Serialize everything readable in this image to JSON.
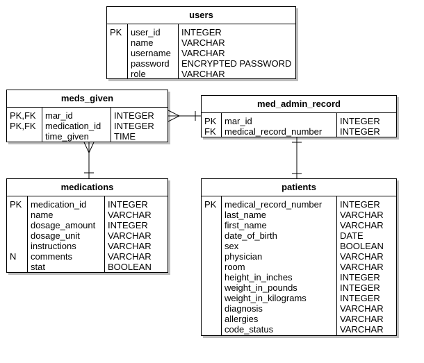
{
  "entities": {
    "users": {
      "name": "users",
      "keys": [
        "PK",
        "",
        "",
        "",
        ""
      ],
      "fields": [
        "user_id",
        "name",
        "username",
        "password",
        "role"
      ],
      "types": [
        "INTEGER",
        "VARCHAR",
        "VARCHAR",
        "ENCRYPTED PASSWORD",
        "VARCHAR"
      ]
    },
    "meds_given": {
      "name": "meds_given",
      "keys": [
        "PK,FK",
        "PK,FK",
        ""
      ],
      "fields": [
        "mar_id",
        "medication_id",
        "time_given"
      ],
      "types": [
        "INTEGER",
        "INTEGER",
        "TIME"
      ]
    },
    "med_admin_record": {
      "name": "med_admin_record",
      "keys": [
        "PK",
        "FK"
      ],
      "fields": [
        "mar_id",
        "medical_record_number"
      ],
      "types": [
        "INTEGER",
        "INTEGER"
      ]
    },
    "medications": {
      "name": "medications",
      "keys": [
        "PK",
        "",
        "",
        "",
        "",
        "N",
        ""
      ],
      "fields": [
        "medication_id",
        "name",
        "dosage_amount",
        "dosage_unit",
        "instructions",
        "comments",
        "stat"
      ],
      "types": [
        "INTEGER",
        "VARCHAR",
        "INTEGER",
        "VARCHAR",
        "VARCHAR",
        "VARCHAR",
        "BOOLEAN"
      ]
    },
    "patients": {
      "name": "patients",
      "keys": [
        "PK",
        "",
        "",
        "",
        "",
        "",
        "",
        "",
        "",
        "",
        "",
        "",
        ""
      ],
      "fields": [
        "medical_record_number",
        "last_name",
        "first_name",
        "date_of_birth",
        "sex",
        "physician",
        "room",
        "height_in_inches",
        "weight_in_pounds",
        "weight_in_kilograms",
        "diagnosis",
        "allergies",
        "code_status"
      ],
      "types": [
        "INTEGER",
        "VARCHAR",
        "VARCHAR",
        "DATE",
        "BOOLEAN",
        "VARCHAR",
        "VARCHAR",
        "INTEGER",
        "INTEGER",
        "INTEGER",
        "VARCHAR",
        "VARCHAR",
        "VARCHAR"
      ]
    }
  },
  "relationships": [
    {
      "from": "meds_given",
      "to": "med_admin_record",
      "from_end": "many",
      "to_end": "one"
    },
    {
      "from": "meds_given",
      "to": "medications",
      "from_end": "many",
      "to_end": "one"
    },
    {
      "from": "med_admin_record",
      "to": "patients",
      "from_end": "one",
      "to_end": "one"
    }
  ]
}
